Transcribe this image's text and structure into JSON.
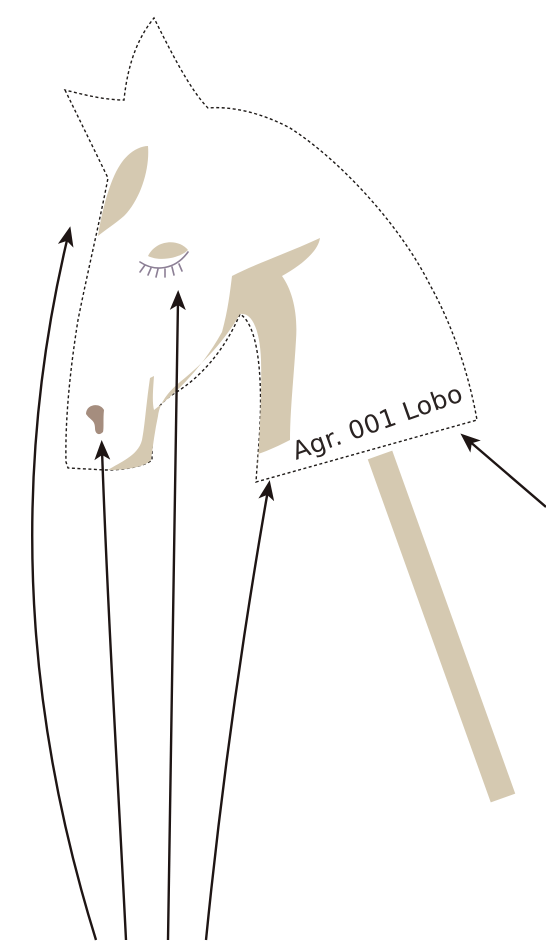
{
  "label": {
    "text": "Agr. 001 Lobo"
  },
  "colors": {
    "background": "#ffffff",
    "fill": "#d5c9b1",
    "outline": "#1e1a18",
    "arrow": "#1e1514",
    "nostril": "#a58d7e",
    "eyelash": "#8c7f95",
    "text": "#2a2322"
  },
  "icons": {
    "stick": "stick-shape",
    "head": "horse-head-outline",
    "arrowhead": "triangle-arrowhead"
  }
}
